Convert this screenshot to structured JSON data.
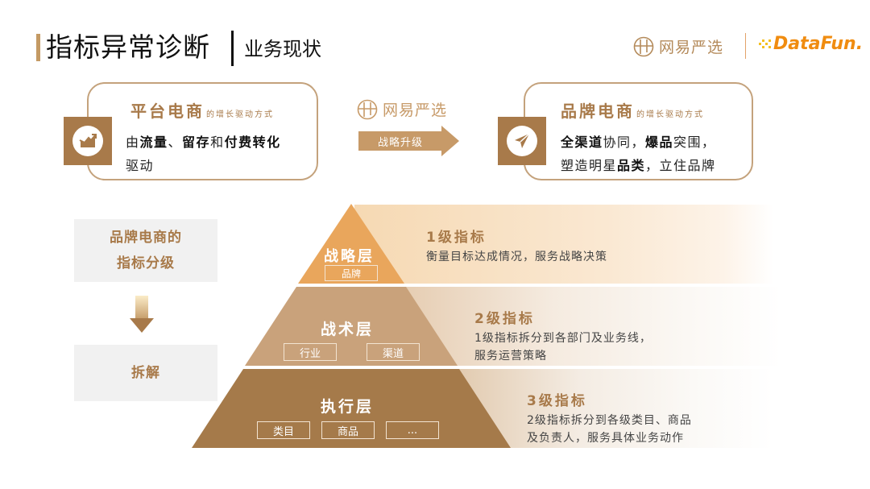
{
  "header": {
    "title": "指标异常诊断",
    "subtitle": "业务现状",
    "logos": {
      "yanxuan": "网易严选",
      "datafun": "DataFun."
    }
  },
  "colors": {
    "accent": "#a87a4a",
    "accent_light": "#c79a68",
    "tier1": "#e9a65c",
    "tier2": "#c9a27b",
    "tier3": "#a57a4a",
    "datafun_orange": "#f08c10"
  },
  "cards": {
    "platform": {
      "title": "平台电商",
      "suffix": "的增长驱动方式",
      "body_parts": [
        "由",
        "流量",
        "、",
        "留存",
        "和",
        "付费转化"
      ],
      "body_line2": "驱动",
      "icon": "trend-chart-icon"
    },
    "brand": {
      "title": "品牌电商",
      "suffix": "的增长驱动方式",
      "line1_parts": [
        "全渠道",
        "协同，",
        "爆品",
        "突围，"
      ],
      "line2_parts": [
        "塑造明星",
        "品类",
        "，立住品牌"
      ],
      "icon": "paper-plane-icon"
    }
  },
  "transition": {
    "logo": "网易严选",
    "arrow_label": "战略升级"
  },
  "left_flow": {
    "box1_line1": "品牌电商的",
    "box1_line2": "指标分级",
    "box2": "拆解"
  },
  "pyramid": {
    "tiers": [
      {
        "name": "战略层",
        "tags": [
          "品牌"
        ],
        "level": "1级指标",
        "desc": [
          "衡量目标达成情况，服务战略决策"
        ]
      },
      {
        "name": "战术层",
        "tags": [
          "行业",
          "渠道"
        ],
        "level": "2级指标",
        "desc": [
          "1级指标拆分到各部门及业务线，",
          "服务运营策略"
        ]
      },
      {
        "name": "执行层",
        "tags": [
          "类目",
          "商品",
          "..."
        ],
        "level": "3级指标",
        "desc": [
          "2级指标拆分到各级类目、商品",
          "及负责人，服务具体业务动作"
        ]
      }
    ]
  }
}
